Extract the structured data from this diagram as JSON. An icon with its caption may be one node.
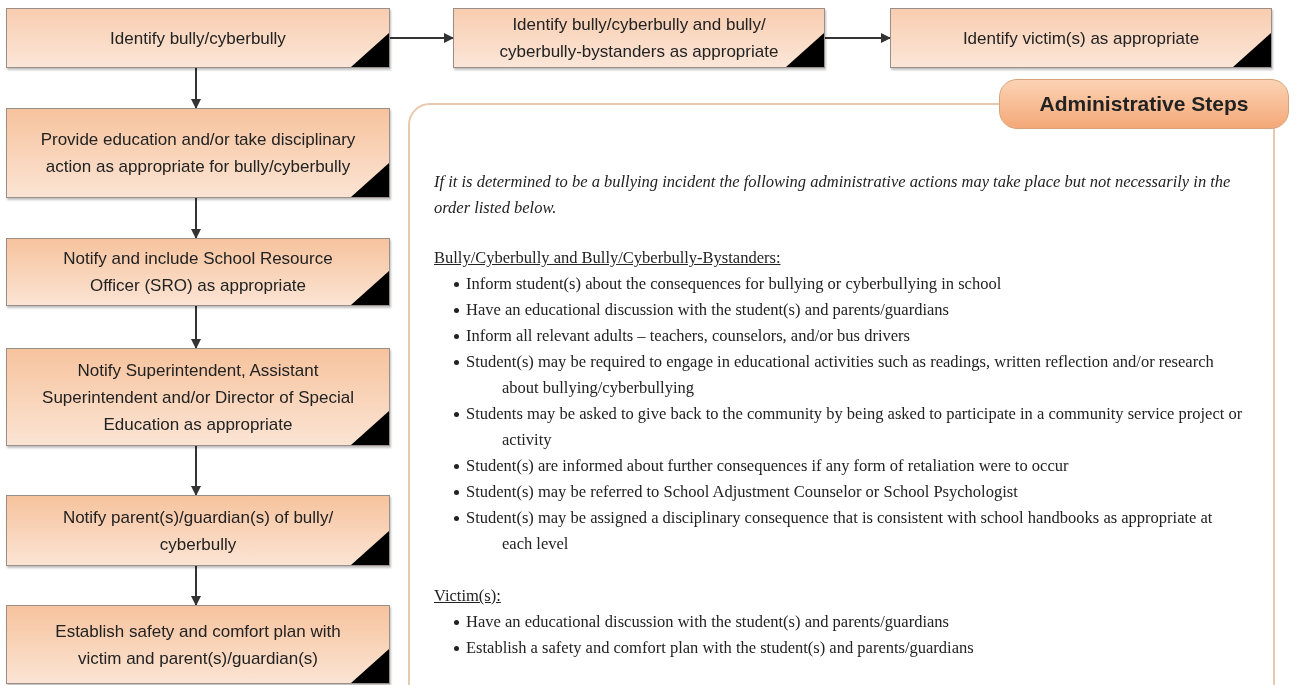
{
  "diagram": {
    "nodes": [
      {
        "text": [
          "Identify bully/cyberbully"
        ]
      },
      {
        "text": [
          "Identify bully/cyberbully and bully/ cyberbully-bystanders as appropriate"
        ]
      },
      {
        "text": [
          "Identify victim(s) as appropriate"
        ]
      },
      {
        "text": [
          "Provide education and/or take disciplinary action as appropriate for bully/cyberbully"
        ]
      },
      {
        "text": [
          "Notify and include School Resource Officer (SRO) as appropriate"
        ]
      },
      {
        "text": [
          "Notify Superintendent, Assistant Superintendent and/or Director of Special Education as appropriate"
        ]
      },
      {
        "text": [
          "Notify parent(s)/guardian(s) of bully/ cyberbully"
        ]
      },
      {
        "text": [
          "Establish safety and comfort plan with victim and parent(s)/guardian(s)"
        ]
      },
      {
        "text": [
          "Administrative Steps",
          "If it is determined to be a bullying incident the following administrative actions may take place but not necessarily in the order listed below.",
          "Bully/Cyberbully and Bully/Cyberbully-Bystanders:",
          "Inform student(s) about the consequences for bullying or cyberbullying in school",
          "Have an educational discussion with the student(s) and parents/guardians",
          "Inform all relevant adults – teachers, counselors, and/or bus drivers",
          "Student(s) may be required to engage in educational activities such as readings, written reflection and/or research about bullying/cyberbullying",
          "Students may be asked to give back to the community by being asked to participate in a  community service project or activity",
          "Student(s) are informed about further consequences if any form of retaliation were to occur",
          "Student(s) may be referred to School Adjustment Counselor or School Psychologist",
          "Student(s) may be assigned a disciplinary consequence that is consistent with school handbooks as appropriate at each level",
          "Victim(s):",
          "Have an educational discussion with the student(s) and parents/guardians",
          "Establish a safety and comfort plan with the student(s) and parents/guardians"
        ]
      }
    ],
    "edges": [
      {
        "from": 0,
        "to": 1,
        "arrow": "to"
      },
      {
        "from": 1,
        "to": 2,
        "arrow": "to"
      },
      {
        "from": 0,
        "to": 3,
        "arrow": "to"
      },
      {
        "from": 3,
        "to": 4,
        "arrow": "to"
      },
      {
        "from": 4,
        "to": 5,
        "arrow": "to"
      },
      {
        "from": 5,
        "to": 6,
        "arrow": "to"
      },
      {
        "from": 6,
        "to": 7,
        "arrow": "to"
      }
    ]
  }
}
